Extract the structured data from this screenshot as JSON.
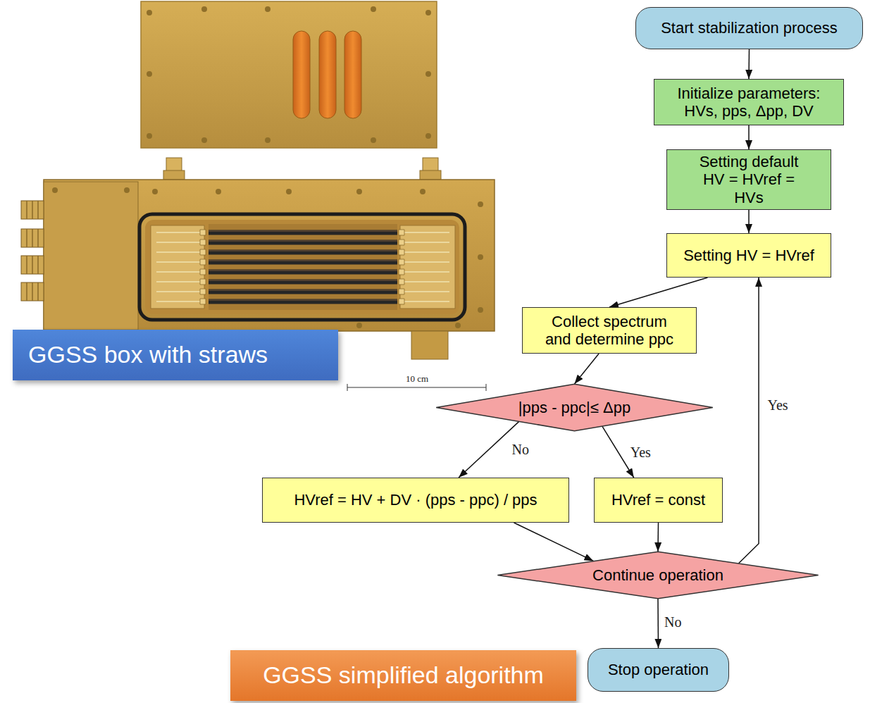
{
  "diagram": {
    "nodes": [
      {
        "text": [
          "Start stabilization process"
        ]
      },
      {
        "text": [
          "Initialize parameters: HVs, pps, Δpp, DV"
        ]
      },
      {
        "text": [
          "Setting default HV = HVref = HVs"
        ]
      },
      {
        "text": [
          "Setting HV = HVref"
        ]
      },
      {
        "text": [
          "Collect spectrum and determine ppc"
        ]
      },
      {
        "text": [
          "|pps - ppc|≤ Δpp"
        ]
      },
      {
        "text": [
          "HVref = HV + DV · (pps - ppc) / pps"
        ]
      },
      {
        "text": [
          "HVref = const"
        ]
      },
      {
        "text": [
          "Continue operation"
        ]
      },
      {
        "text": [
          "Stop operation"
        ]
      },
      {
        "text": [
          "GGSS box with straws"
        ]
      },
      {
        "text": [
          "GGSS simplified algorithm"
        ]
      }
    ],
    "edges": [
      {
        "from": 0,
        "to": 1,
        "arrow": "to"
      },
      {
        "from": 1,
        "to": 2,
        "arrow": "to"
      },
      {
        "from": 2,
        "to": 3,
        "arrow": "to"
      },
      {
        "from": 3,
        "to": 4,
        "arrow": "to"
      },
      {
        "from": 4,
        "to": 5,
        "arrow": "to"
      },
      {
        "from": 5,
        "to": 6,
        "label": "No",
        "arrow": "to"
      },
      {
        "from": 5,
        "to": 7,
        "label": "Yes",
        "arrow": "to"
      },
      {
        "from": 6,
        "to": 8,
        "arrow": "to"
      },
      {
        "from": 7,
        "to": 8,
        "arrow": "to"
      },
      {
        "from": 8,
        "to": 3,
        "label": "Yes",
        "arrow": "to"
      },
      {
        "from": 8,
        "to": 9,
        "label": "No",
        "arrow": "to"
      }
    ],
    "labels": [
      "10 cm"
    ]
  }
}
